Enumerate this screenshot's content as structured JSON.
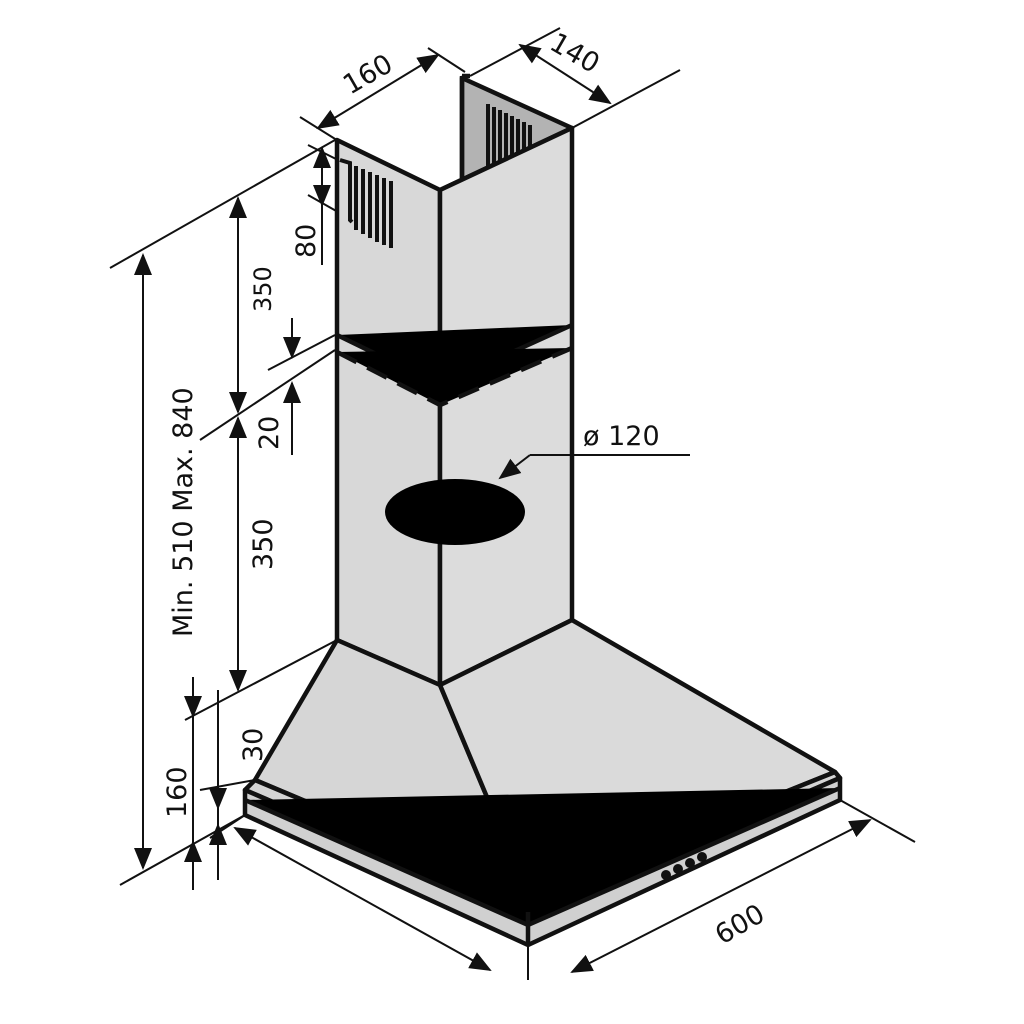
{
  "title": "Chimney range hood dimensions",
  "dimensions": {
    "chimney_width": "160",
    "chimney_depth": "140",
    "vent_height": "80",
    "upper_chimney": "350",
    "overlap": "20",
    "lower_chimney": "350",
    "total_height": "Min. 510 Max. 840",
    "hood_height": "160",
    "rim_height": "30",
    "hood_width": "600",
    "outlet_diameter": "ø 120"
  },
  "colors": {
    "panel": "#d9d9d9",
    "back_panel": "#b3b3b3",
    "outline": "#111111"
  }
}
